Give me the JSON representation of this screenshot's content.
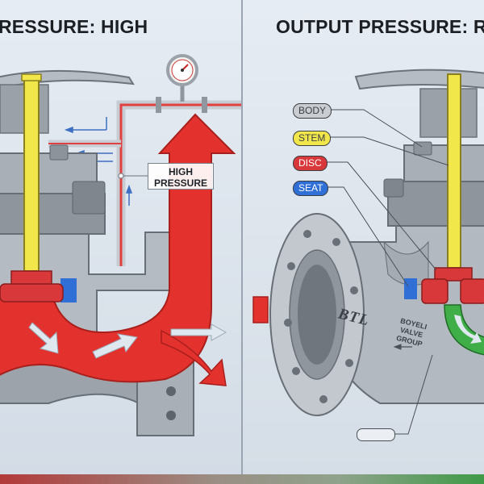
{
  "left_panel": {
    "title": "RESSURE: HIGH",
    "pressure_label_line1": "HIGH",
    "pressure_label_line2": "PRESSURE"
  },
  "right_panel": {
    "title": "OUTPUT PRESSURE: RE",
    "callouts": {
      "body": "BODY",
      "stem": "STEM",
      "disc": "DISC",
      "seat": "SEAT"
    },
    "brand_mark": "BTL",
    "cast_lettering": "BOYELI VALVE GROUP"
  },
  "colors": {
    "stem": "#f1e64a",
    "disc": "#d9383a",
    "seat": "#2f6fd6",
    "flow_high": "#e3322e",
    "flow_reduced": "#3fae49",
    "body_metal": "#a9afb6"
  },
  "icons": [
    "pressure-gauge-icon",
    "flow-arrow-icon",
    "handwheel-icon"
  ]
}
